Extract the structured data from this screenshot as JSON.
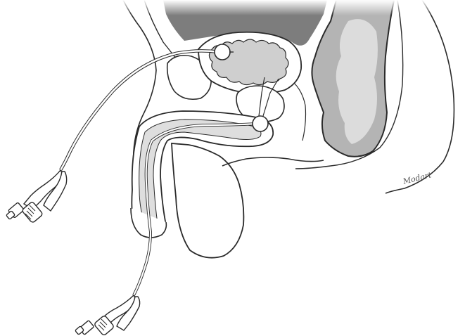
{
  "figure": {
    "signature": "Modart",
    "colors": {
      "outline": "#2a2a2a",
      "tissue_fill": "#ffffff",
      "dark_tissue": "#7d7d7d",
      "bowel_gray": "#b4b4b4",
      "bladder_gray": "#cfcfcf",
      "urethra_gray": "#dedede",
      "catheter": "#ffffff"
    },
    "catheters": [
      {
        "name": "suprapubic-catheter"
      },
      {
        "name": "urethral-catheter"
      }
    ]
  }
}
